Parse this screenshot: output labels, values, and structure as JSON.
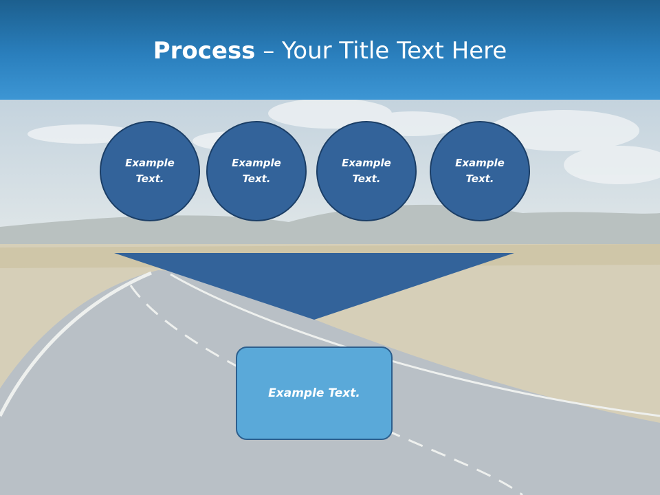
{
  "slide": {
    "title_bold": "Process",
    "title_rest": " – Your Title Text Here",
    "circles": [
      {
        "text": "Example\nText."
      },
      {
        "text": "Example\nText."
      },
      {
        "text": "Example\nText."
      },
      {
        "text": "Example\nText."
      }
    ],
    "box_text": "Example Text.",
    "colors": {
      "header": "#2a7fbd",
      "circle_fill": "#33639a",
      "funnel_fill": "#33639a",
      "box_fill": "#5aa9d9"
    }
  }
}
